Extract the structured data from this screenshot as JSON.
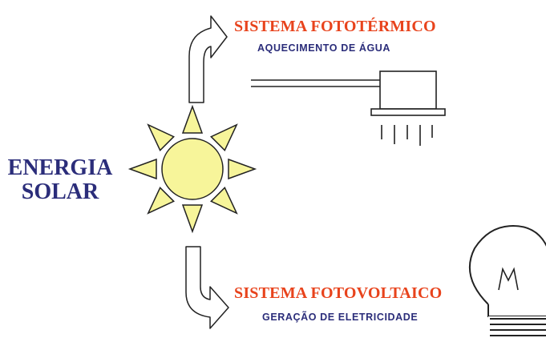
{
  "colors": {
    "title_red": "#e8431c",
    "text_navy": "#2b2d7a",
    "sun_fill": "#f7f59a",
    "stroke": "#222222"
  },
  "center": {
    "line1": "ENERGIA",
    "line2": "SOLAR"
  },
  "top_branch": {
    "title": "SISTEMA FOTOTÉRMICO",
    "subtitle": "AQUECIMENTO DE ÁGUA",
    "icon": "shower-head-icon"
  },
  "bottom_branch": {
    "title": "SISTEMA FOTOVOLTAICO",
    "subtitle": "GERAÇÃO DE ELETRICIDADE",
    "icon": "light-bulb-icon"
  },
  "sun_icon": "sun-icon"
}
